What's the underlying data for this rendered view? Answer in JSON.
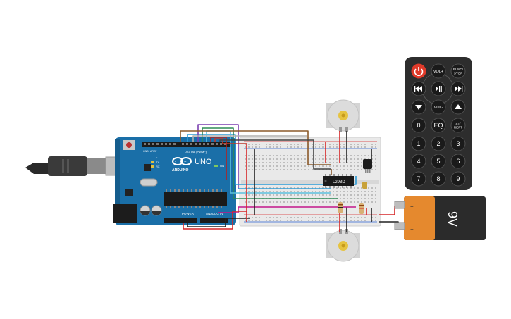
{
  "arduino": {
    "brand": "ARDUINO",
    "model": "UNO",
    "header_digital": "DIGITAL (PWM~)",
    "header_power": "POWER",
    "header_analog": "ANALOG IN",
    "label_on": "ON",
    "label_l": "L",
    "label_tx": "TX",
    "label_rx": "RX",
    "label_aref": "AREF",
    "label_gnd": "GND"
  },
  "driver_chip": {
    "label": "L293D"
  },
  "battery": {
    "label": "9V"
  },
  "remote": {
    "rows": [
      [
        {
          "id": "power",
          "label": "",
          "icon": "power-icon",
          "color": "#e03a2a"
        },
        {
          "id": "vol_up",
          "label": "VOL+"
        },
        {
          "id": "func_stop",
          "label": "FUNC/ STOP"
        }
      ],
      [
        {
          "id": "prev",
          "label": "",
          "icon": "skip-back-icon"
        },
        {
          "id": "play_pause",
          "label": "",
          "icon": "play-pause-icon"
        },
        {
          "id": "next",
          "label": "",
          "icon": "skip-forward-icon"
        }
      ],
      [
        {
          "id": "down",
          "label": "",
          "icon": "triangle-down-icon"
        },
        {
          "id": "vol_down",
          "label": "VOL-"
        },
        {
          "id": "up",
          "label": "",
          "icon": "triangle-up-icon"
        }
      ],
      [
        {
          "id": "zero",
          "label": "0"
        },
        {
          "id": "eq",
          "label": "EQ"
        },
        {
          "id": "st_rept",
          "label": "ST/ REPT"
        }
      ],
      [
        {
          "id": "one",
          "label": "1"
        },
        {
          "id": "two",
          "label": "2"
        },
        {
          "id": "three",
          "label": "3"
        }
      ],
      [
        {
          "id": "four",
          "label": "4"
        },
        {
          "id": "five",
          "label": "5"
        },
        {
          "id": "six",
          "label": "6"
        }
      ],
      [
        {
          "id": "seven",
          "label": "7"
        },
        {
          "id": "eight",
          "label": "8"
        },
        {
          "id": "nine",
          "label": "9"
        }
      ]
    ]
  },
  "colors": {
    "arduino_board": "#1a6fa8",
    "remote_body": "#2d2d2d",
    "battery_body": "#2b2b2b",
    "battery_cap": "#e5892e",
    "breadboard": "#e9e9e9",
    "wire_red": "#d62728",
    "wire_black": "#222222"
  }
}
